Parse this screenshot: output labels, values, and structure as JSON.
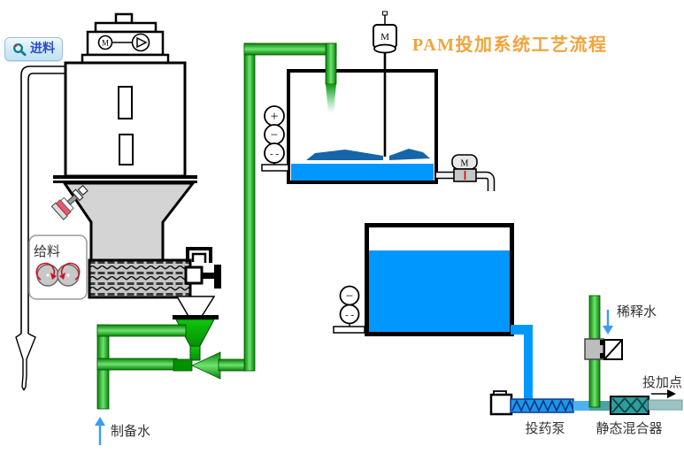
{
  "title": {
    "text": "PAM投加系统工艺流程",
    "color": "#F1A43C"
  },
  "feed_button": {
    "label": "进料"
  },
  "feeder_panel": {
    "label": "给料"
  },
  "hopper": {
    "motor_label": "M"
  },
  "mixing_tank": {
    "agitator_motor_label": "M",
    "level_indicators": [
      "+",
      "−",
      "- -"
    ],
    "outlet_valve_motor_label": "M"
  },
  "storage_tank": {
    "level_indicators": [
      "−",
      "- -"
    ]
  },
  "annotations": {
    "prep_water": "制备水",
    "dilution_water": "稀释水",
    "dosing_point": "投加点",
    "dosing_pump": "投药泵",
    "static_mixer": "静态混合器"
  },
  "colors": {
    "title_orange": "#F1A43C",
    "pipe_green": "#0A8A0A",
    "water_blue": "#0098FF",
    "pump_blue": "#1E96E6",
    "mixer_teal": "#2F9D9D"
  }
}
